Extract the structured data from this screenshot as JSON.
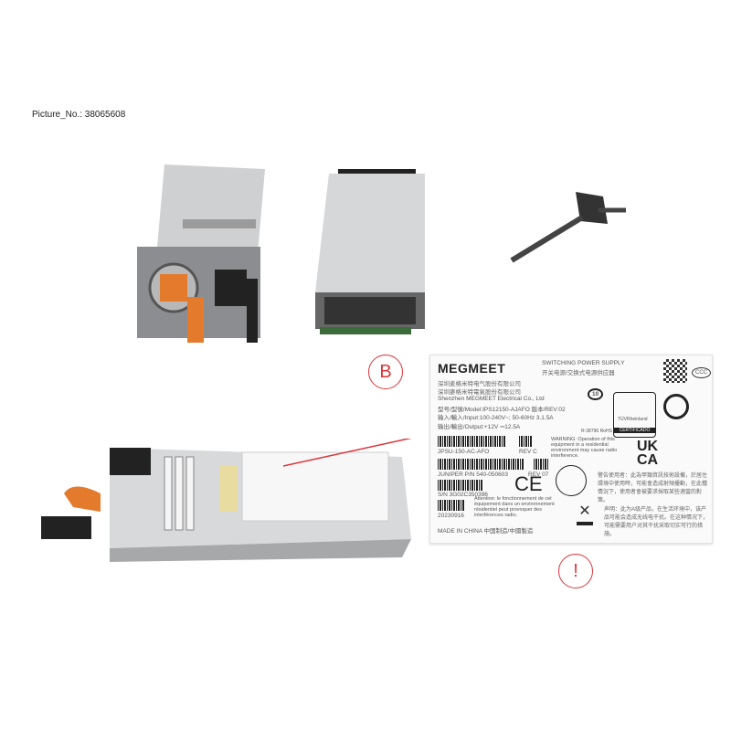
{
  "picture_number": "Picture_No.: 38065608",
  "callouts": {
    "b": "B",
    "warning": "!"
  },
  "label": {
    "brand": "MEGMEET",
    "product_en": "SWITCHING POWER SUPPLY",
    "product_zh": "开关电源/交换式电源供应器",
    "company_zh1": "深圳麦格米特电气股份有限公司",
    "company_zh2": "深圳麥格米特電氣股份有限公司",
    "company_en": "Shenzhen MEGMEET Electrical Co., Ltd",
    "model": "型号/型號/Model:IPS12150-AJAFO 版本/REV:02",
    "input": "输入/輸入/Input:100-240V~; 50-60Hz 3.1.5A",
    "output": "输出/輸出/Output:+12V ⎓12.5A",
    "part1": "JPSU-150-AC-AFO",
    "rev1": "REV C",
    "juniper_pn": "JUNIPER P/N 540-050603",
    "rev2": "REV 07",
    "sn": "S/N 3G02C350396",
    "date": "20230916",
    "warning_en": "WARNING: Operation of this equipment in a residential environment may cause radio interference.",
    "warning_fr": "Attention: le fonctionnement de cet équipement dans un environnement résidentiel peut provoquer des interférences radio.",
    "made_in": "MADE IN CHINA 中国制造/中國製造",
    "warning_zh": "警告使用者：此為甲類資訊技術設備，於居住環境中使用時，可能會造成射頻擾動，在此種情況下，使用者會被要求採取某些適當的對策。",
    "notice_zh": "声明：此为A级产品，在生活环境中，该产品可能会造成无线电干扰。在这种情况下，可能需要用户对其干扰采取切实可行的措施。",
    "rohs": "R-38796 RoHS",
    "tuv": "TÜVRheinland",
    "cert": "CERTIFICADO",
    "ce": "CE",
    "ukca": "UK CA",
    "ccc": "CCC",
    "ten": "10"
  }
}
